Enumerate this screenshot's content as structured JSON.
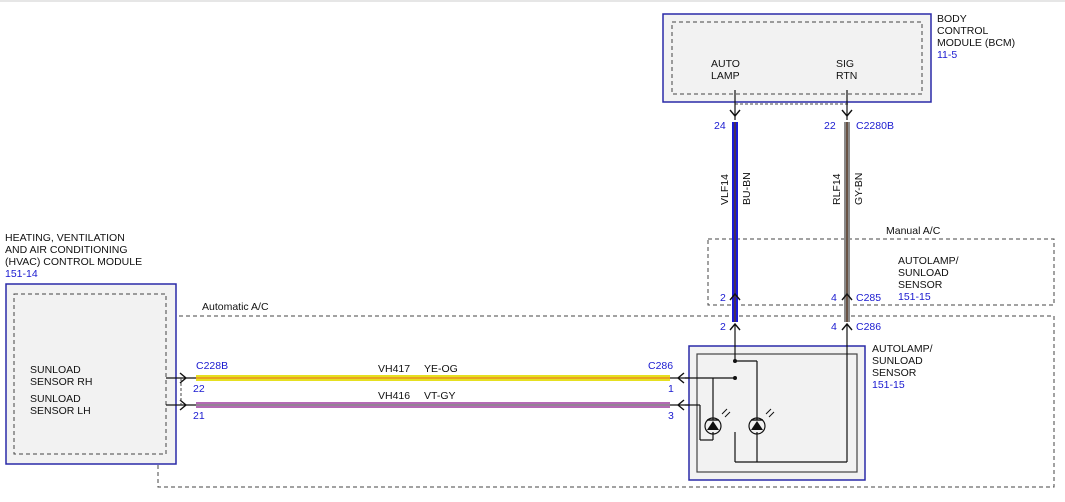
{
  "modules": {
    "bcm": {
      "line1": "BODY",
      "line2": "CONTROL",
      "line3": "MODULE (BCM)",
      "ref": "11-5",
      "pin_auto_lamp_1": "AUTO",
      "pin_auto_lamp_2": "LAMP",
      "pin_sig_rtn_1": "SIG",
      "pin_sig_rtn_2": "RTN"
    },
    "hvac": {
      "line1": "HEATING, VENTILATION",
      "line2": "AND AIR CONDITIONING",
      "line3": "(HVAC) CONTROL MODULE",
      "ref": "151-14",
      "sunload_rh_1": "SUNLOAD",
      "sunload_rh_2": "SENSOR RH",
      "sunload_lh_1": "SUNLOAD",
      "sunload_lh_2": "SENSOR LH"
    },
    "sensor_manual": {
      "line1": "AUTOLAMP/",
      "line2": "SUNLOAD",
      "line3": "SENSOR",
      "ref": "151-15"
    },
    "sensor_auto": {
      "line1": "AUTOLAMP/",
      "line2": "SUNLOAD",
      "line3": "SENSOR",
      "ref": "151-15"
    }
  },
  "regions": {
    "manual": "Manual A/C",
    "automatic": "Automatic A/C"
  },
  "connectors": {
    "c2280b": "C2280B",
    "c285": "C285",
    "c286_top": "C286",
    "c228b": "C228B",
    "c286_left": "C286"
  },
  "pins": {
    "bcm_24": "24",
    "bcm_22": "22",
    "c285_2": "2",
    "c285_4": "4",
    "c286_2": "2",
    "c286_4": "4",
    "hvac_22": "22",
    "hvac_21": "21",
    "sensor_1": "1",
    "sensor_3": "3"
  },
  "wires": {
    "vlf14": {
      "circuit": "VLF14",
      "color": "BU-BN",
      "hex": "#1a1ad6",
      "stripe": "#5a3b26"
    },
    "rlf14": {
      "circuit": "RLF14",
      "color": "GY-BN",
      "hex": "#8a8a8a",
      "stripe": "#5a3b26"
    },
    "vh417": {
      "circuit": "VH417",
      "color": "YE-OG",
      "hex": "#e6e020",
      "stripe": "#e89020"
    },
    "vh416": {
      "circuit": "VH416",
      "color": "VT-GY",
      "hex": "#b46ab4",
      "stripe": "#8a8a8a"
    }
  },
  "colors": {
    "module_border": "#2a2aa8",
    "module_fill": "#f2f2f2",
    "reference": "#1a1ad0"
  }
}
